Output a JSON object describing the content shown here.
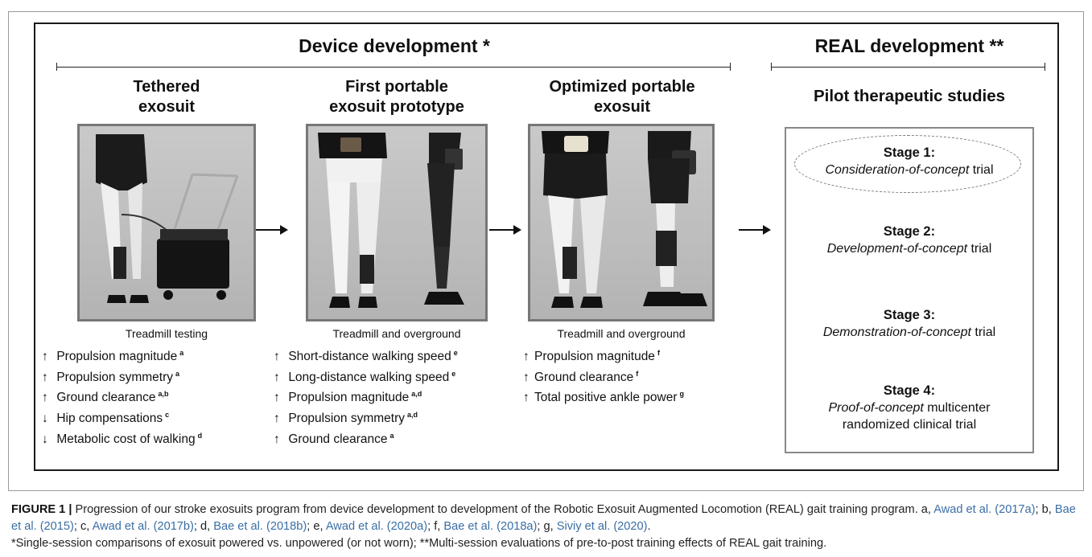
{
  "header": {
    "device_title": "Device development *",
    "real_title": "REAL development **"
  },
  "columns": [
    {
      "title_l1": "Tethered",
      "title_l2": "exosuit",
      "subtitle": "Treadmill testing",
      "effects": [
        {
          "arrow": "↑",
          "text": "Propulsion magnitude",
          "sup": "a"
        },
        {
          "arrow": "↑",
          "text": "Propulsion symmetry",
          "sup": "a"
        },
        {
          "arrow": "↑",
          "text": "Ground clearance",
          "sup": "a,b"
        },
        {
          "arrow": "↓",
          "text": "Hip compensations",
          "sup": "c"
        },
        {
          "arrow": "↓",
          "text": "Metabolic cost of walking",
          "sup": "d"
        }
      ]
    },
    {
      "title_l1": "First portable",
      "title_l2": "exosuit prototype",
      "subtitle": "Treadmill and overground",
      "effects": [
        {
          "arrow": "↑",
          "text": "Short-distance walking speed",
          "sup": "e"
        },
        {
          "arrow": "↑",
          "text": "Long-distance walking speed",
          "sup": "e"
        },
        {
          "arrow": "↑",
          "text": "Propulsion magnitude",
          "sup": "a,d"
        },
        {
          "arrow": "↑",
          "text": "Propulsion symmetry",
          "sup": "a,d"
        },
        {
          "arrow": "↑",
          "text": "Ground clearance",
          "sup": "a"
        }
      ]
    },
    {
      "title_l1": "Optimized portable",
      "title_l2": "exosuit",
      "subtitle": "Treadmill and overground",
      "effects": [
        {
          "arrow": "↑",
          "text": "Propulsion magnitude",
          "sup": "f"
        },
        {
          "arrow": "↑",
          "text": "Ground clearance",
          "sup": "f"
        },
        {
          "arrow": "↑",
          "text": "Total positive ankle power",
          "sup": "g"
        }
      ]
    }
  ],
  "pilot": {
    "title": "Pilot therapeutic studies",
    "stages": [
      {
        "heading": "Stage 1:",
        "italic": "Consideration-of-concept",
        "rest": " trial",
        "line2": ""
      },
      {
        "heading": "Stage 2:",
        "italic": "Development-of-concept",
        "rest": " trial",
        "line2": ""
      },
      {
        "heading": "Stage 3:",
        "italic": "Demonstration-of-concept",
        "rest": " trial",
        "line2": ""
      },
      {
        "heading": "Stage 4:",
        "italic": "Proof-of-concept",
        "rest": " multicenter",
        "line2": "randomized clinical trial"
      }
    ]
  },
  "caption": {
    "label": "FIGURE 1 |",
    "text1": " Progression of our stroke exosuits program from device development to development of the Robotic Exosuit Augmented Locomotion (REAL) gait training program. a, ",
    "ref_a": "Awad et al. (2017a)",
    "sep_b": "; b, ",
    "ref_b": "Bae et al. (2015)",
    "sep_c": "; c, ",
    "ref_c": "Awad et al. (2017b)",
    "sep_d": "; d, ",
    "ref_d": "Bae et al. (2018b)",
    "sep_e": "; e, ",
    "ref_e": "Awad et al. (2020a)",
    "sep_f": "; f, ",
    "ref_f": "Bae et al. (2018a)",
    "sep_g": "; g, ",
    "ref_g": "Siviy et al. (2020)",
    "end_g": ".",
    "text2": "*Single-session comparisons of exosuit powered vs. unpowered (or not worn); **Multi-session evaluations of pre-to-post training effects of REAL gait training."
  }
}
